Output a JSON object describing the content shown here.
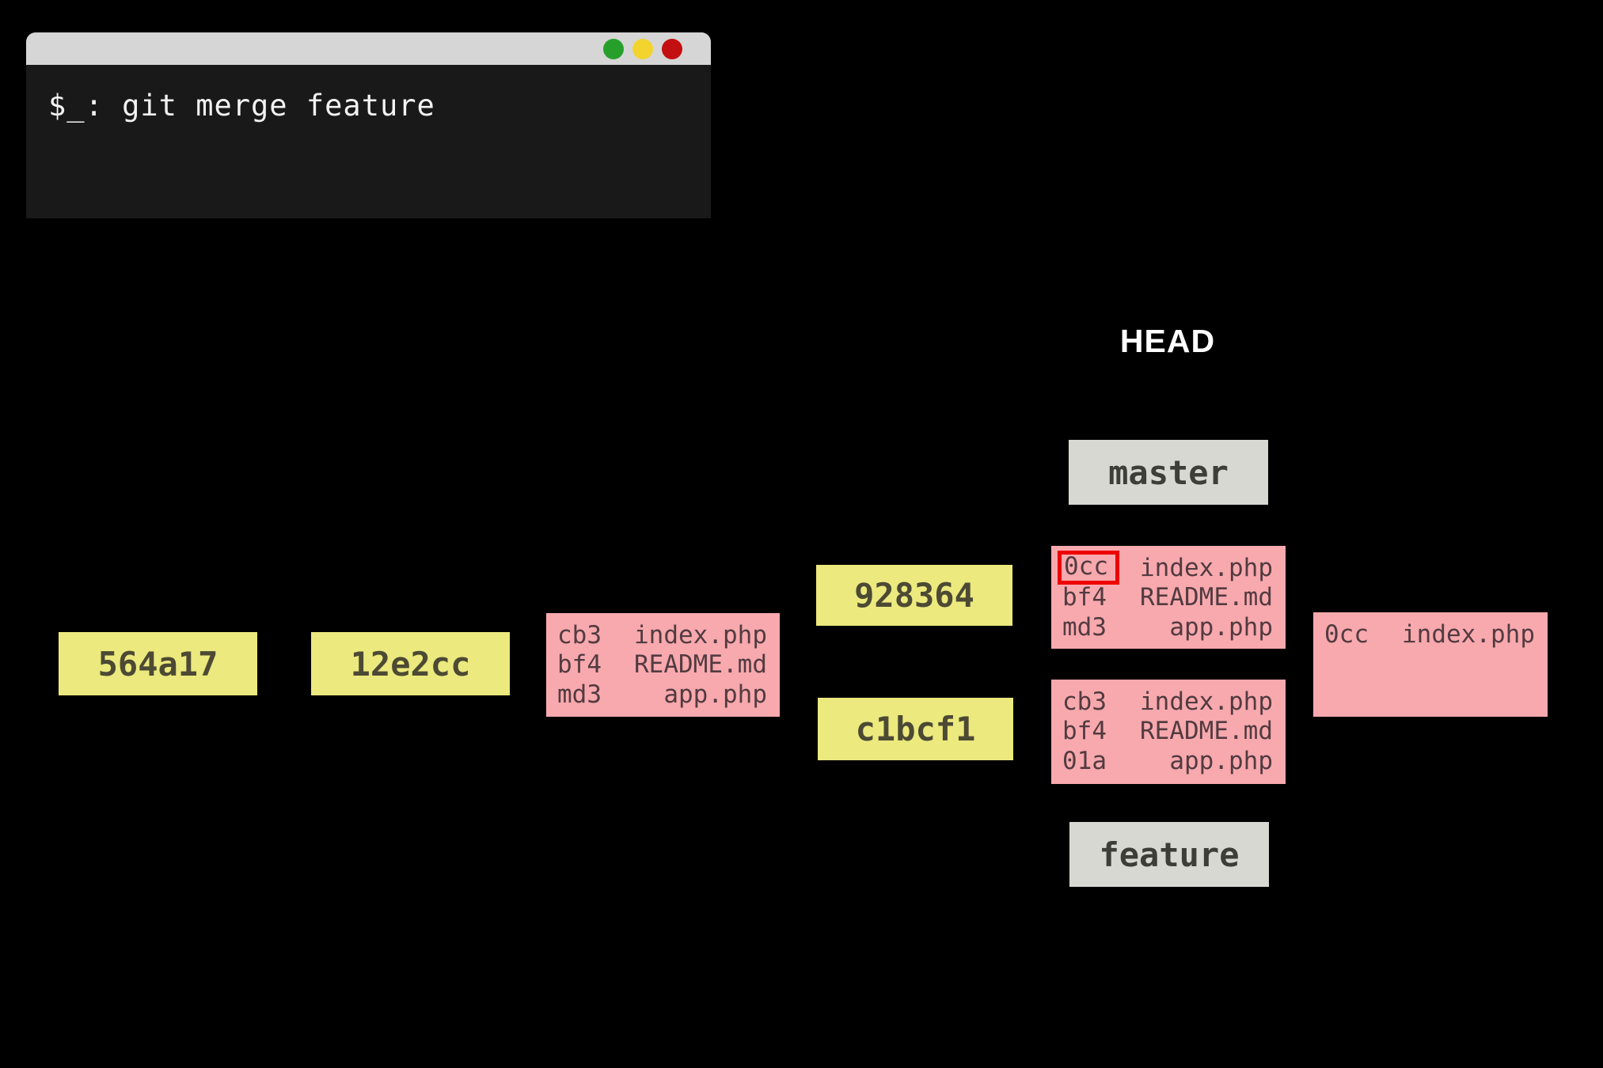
{
  "colors": {
    "bg": "#000000",
    "terminal-body": "#191919",
    "terminal-bar": "#d6d6d6",
    "terminal-text": "#f2f2f2",
    "light-green": "#27a02b",
    "light-yellow": "#f3d42f",
    "light-red": "#c30f0f",
    "commit-fill": "#ece97e",
    "commit-text": "#4c4934",
    "tree-fill": "#f8a9ae",
    "tree-text": "#523b40",
    "branch-fill": "#d8d8d3",
    "branch-text": "#3e3e39",
    "highlight-red": "#ee0000",
    "head-text": "#ffffff"
  },
  "terminal": {
    "command": "$_: git merge feature"
  },
  "head_label": "HEAD",
  "branches": {
    "master": "master",
    "feature": "feature"
  },
  "commits": {
    "c1": "564a17",
    "c2": "12e2cc",
    "c3": "928364",
    "c4": "c1bcf1"
  },
  "trees": {
    "t12e2cc": {
      "rows": [
        {
          "hash": "cb3",
          "file": "index.php"
        },
        {
          "hash": "bf4",
          "file": "README.md"
        },
        {
          "hash": "md3",
          "file": "app.php"
        }
      ]
    },
    "master": {
      "rows": [
        {
          "hash": "0cc",
          "file": "index.php",
          "highlighted": "true"
        },
        {
          "hash": "bf4",
          "file": "README.md"
        },
        {
          "hash": "md3",
          "file": "app.php"
        }
      ]
    },
    "feature": {
      "rows": [
        {
          "hash": "cb3",
          "file": "index.php"
        },
        {
          "hash": "bf4",
          "file": "README.md"
        },
        {
          "hash": "01a",
          "file": "app.php"
        }
      ]
    },
    "merge": {
      "rows": [
        {
          "hash": "0cc",
          "file": "index.php"
        }
      ]
    }
  }
}
